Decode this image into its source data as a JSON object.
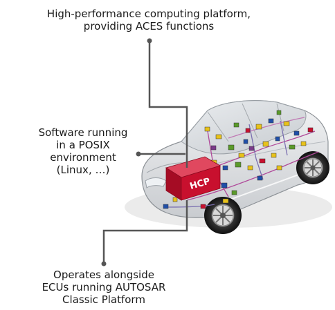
{
  "callouts": {
    "top": {
      "lines": [
        "High-performance computing platform,",
        "providing ACES functions"
      ]
    },
    "middle": {
      "lines": [
        "Software running",
        "in a POSIX",
        "environment",
        "(Linux, …)"
      ]
    },
    "bottom": {
      "lines": [
        "Operates alongside",
        "ECUs running AUTOSAR",
        "Classic Platform"
      ]
    }
  },
  "hcp_box": {
    "label": "HCP",
    "color": "#c8102e"
  },
  "colors": {
    "leader_line": "#555555",
    "car_body": "#d9dcdf",
    "ecu_yellow": "#e8c21a",
    "ecu_green": "#5a9a2a",
    "ecu_blue": "#1f4fa8",
    "ecu_purple": "#7a3a8a",
    "ecu_red": "#c8102e",
    "wiring": "#b04a9a"
  },
  "icons": [
    "car-illustration",
    "ecu-module-icon"
  ]
}
